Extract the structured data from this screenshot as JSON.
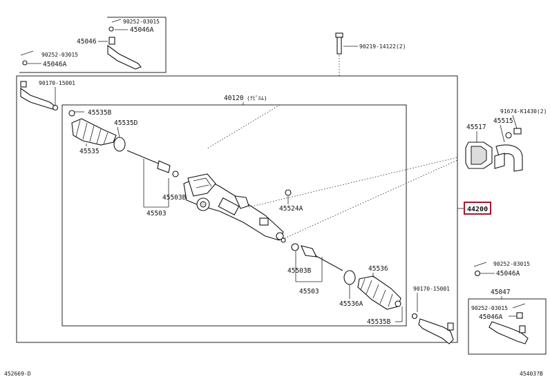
{
  "labels": {
    "part_90252_03015_top": "90252-03015",
    "part_45046a_top": "45046A",
    "part_45046": "45046",
    "part_90252_03015_left": "90252-03015",
    "part_45046a_left": "45046A",
    "part_90219_14122": "90219-14122(2)",
    "part_90170_15001_left": "90170-15001",
    "part_40120": "40120",
    "part_40120_note": "(ﾅﾋﾟﾙﾑ)",
    "part_45535b_top": "45535B",
    "part_45535d": "45535D",
    "part_45535": "45535",
    "part_91674": "91674-K1430(2)",
    "part_45517": "45517",
    "part_45515": "45515",
    "part_44200": "44200",
    "part_45503b_top": "45503B",
    "part_45503_top": "45503",
    "part_45524a": "45524A",
    "part_45503b_bottom": "45503B",
    "part_45503_bottom": "45503",
    "part_45536": "45536",
    "part_45536a": "45536A",
    "part_45535b_bottom": "45535B",
    "part_90170_15001_right": "90170-15001",
    "part_90252_03015_right": "90252-03015",
    "part_45046a_right": "45046A",
    "part_45047": "45047",
    "part_90252_03015_box": "90252-03015",
    "part_45046a_box": "45046A",
    "footer_left": "452669-D",
    "footer_right": "45403?B"
  },
  "colors": {
    "highlight": "#b0102a",
    "line": "#222222"
  }
}
